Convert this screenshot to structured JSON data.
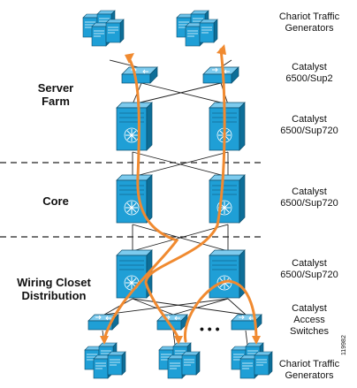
{
  "diagram": {
    "left_labels": {
      "server_farm": "Server\nFarm",
      "core": "Core",
      "wiring_closet": "Wiring Closet\nDistribution"
    },
    "right_labels": {
      "top_generators": "Chariot Traffic\nGenerators",
      "sup2": "Catalyst\n6500/Sup2",
      "sf_sup720": "Catalyst\n6500/Sup720",
      "core_sup720": "Catalyst\n6500/Sup720",
      "dist_sup720": "Catalyst\n6500/Sup720",
      "access": "Catalyst\nAccess\nSwitches",
      "bottom_generators": "Chariot Traffic\nGenerators"
    },
    "ellipsis": "• • •",
    "figure_id": "119982",
    "colors": {
      "device_blue": "#1f9fd6",
      "device_dark": "#0d6e98",
      "traffic_path": "#f08a30",
      "link_line": "#222222"
    }
  }
}
